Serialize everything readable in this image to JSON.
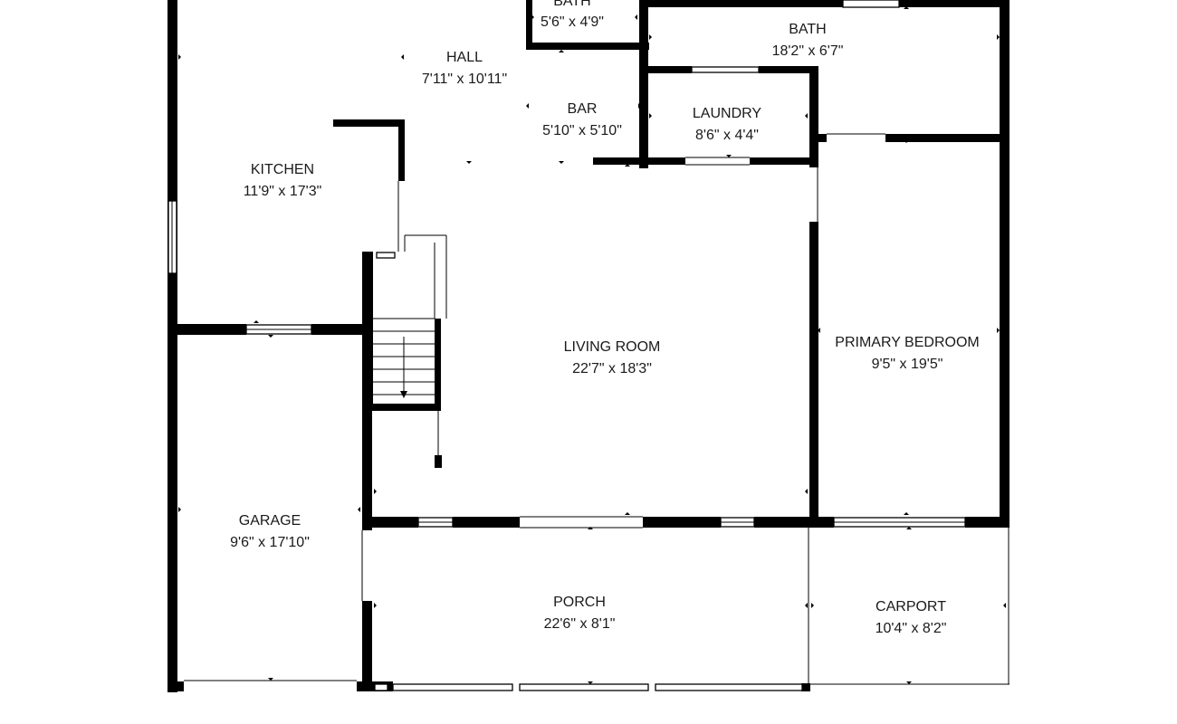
{
  "rooms": [
    {
      "id": "bath-small",
      "name": "BATH",
      "dims": "5'6\" x 4'9\""
    },
    {
      "id": "bath",
      "name": "BATH",
      "dims": "18'2\" x 6'7\""
    },
    {
      "id": "hall",
      "name": "HALL",
      "dims": "7'11\" x 10'11\""
    },
    {
      "id": "bar",
      "name": "BAR",
      "dims": "5'10\" x 5'10\""
    },
    {
      "id": "laundry",
      "name": "LAUNDRY",
      "dims": "8'6\" x 4'4\""
    },
    {
      "id": "kitchen",
      "name": "KITCHEN",
      "dims": "11'9\" x 17'3\""
    },
    {
      "id": "living-room",
      "name": "LIVING ROOM",
      "dims": "22'7\" x 18'3\""
    },
    {
      "id": "primary-bedroom",
      "name": "PRIMARY BEDROOM",
      "dims": "9'5\" x 19'5\""
    },
    {
      "id": "garage",
      "name": "GARAGE",
      "dims": "9'6\" x 17'10\""
    },
    {
      "id": "porch",
      "name": "PORCH",
      "dims": "22'6\" x 8'1\""
    },
    {
      "id": "carport",
      "name": "CARPORT",
      "dims": "10'4\" x 8'2\""
    }
  ],
  "colors": {
    "wall": "#000000",
    "background": "#ffffff",
    "text": "#1a1a1a"
  }
}
